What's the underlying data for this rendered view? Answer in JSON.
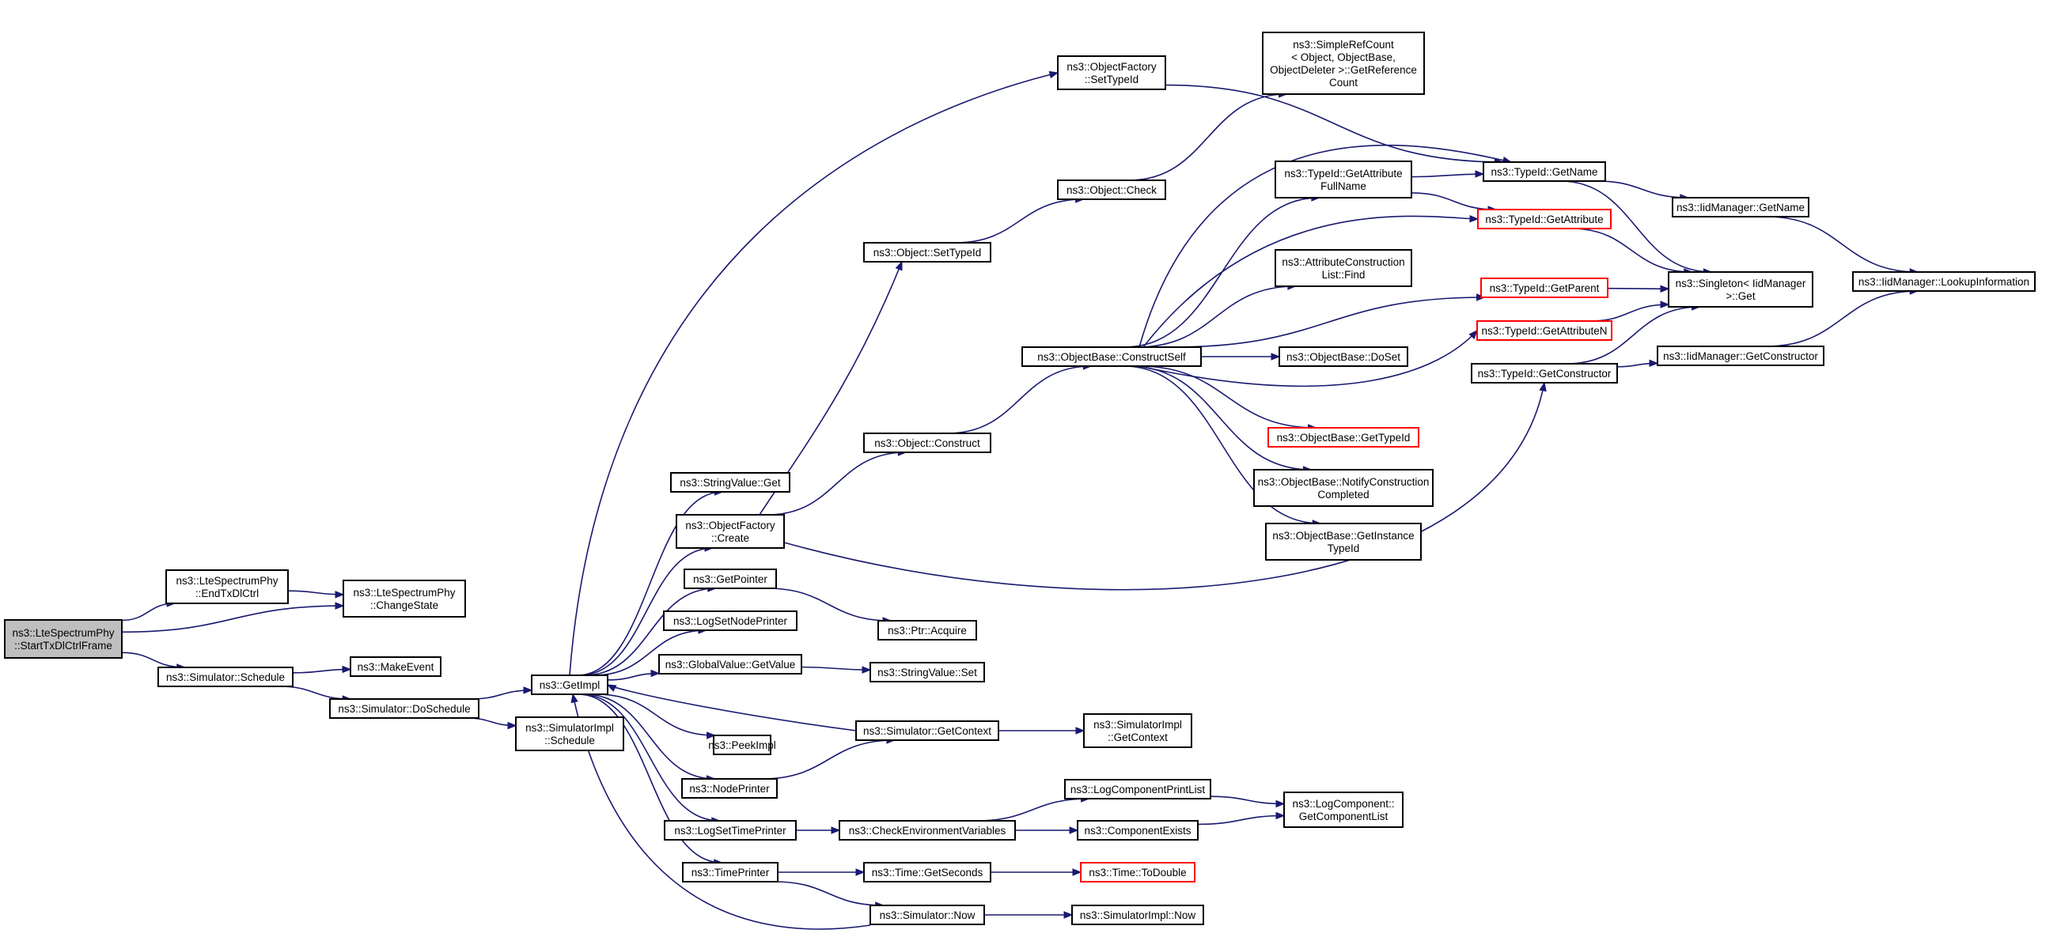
{
  "chart_data": {
    "type": "call-graph",
    "colors": {
      "edge": "#191970",
      "root_fill": "#bfbfbf",
      "node_border": "#000000",
      "external_border": "#ff0000"
    },
    "nodes": [
      {
        "id": "start_tx",
        "lines": [
          "ns3::LteSpectrumPhy",
          "::StartTxDlCtrlFrame"
        ],
        "style": "root"
      },
      {
        "id": "end_tx",
        "lines": [
          "ns3::LteSpectrumPhy",
          "::EndTxDlCtrl"
        ]
      },
      {
        "id": "change_state",
        "lines": [
          "ns3::LteSpectrumPhy",
          "::ChangeState"
        ]
      },
      {
        "id": "sim_schedule",
        "lines": [
          "ns3::Simulator::Schedule"
        ]
      },
      {
        "id": "make_event",
        "lines": [
          "ns3::MakeEvent"
        ]
      },
      {
        "id": "sim_doschedule",
        "lines": [
          "ns3::Simulator::DoSchedule"
        ]
      },
      {
        "id": "getimpl",
        "lines": [
          "ns3::GetImpl"
        ]
      },
      {
        "id": "simimpl_schedule",
        "lines": [
          "ns3::SimulatorImpl",
          "::Schedule"
        ]
      },
      {
        "id": "of_settypeid",
        "lines": [
          "ns3::ObjectFactory",
          "::SetTypeId"
        ]
      },
      {
        "id": "stringvalue_get",
        "lines": [
          "ns3::StringValue::Get"
        ]
      },
      {
        "id": "of_create",
        "lines": [
          "ns3::ObjectFactory",
          "::Create"
        ]
      },
      {
        "id": "getpointer",
        "lines": [
          "ns3::GetPointer"
        ]
      },
      {
        "id": "logsetnodeprinter",
        "lines": [
          "ns3::LogSetNodePrinter"
        ]
      },
      {
        "id": "gv_getvalue",
        "lines": [
          "ns3::GlobalValue::GetValue"
        ]
      },
      {
        "id": "peekimpl",
        "lines": [
          "ns3::PeekImpl"
        ]
      },
      {
        "id": "nodeprinter",
        "lines": [
          "ns3::NodePrinter"
        ]
      },
      {
        "id": "logsettimeprinter",
        "lines": [
          "ns3::LogSetTimePrinter"
        ]
      },
      {
        "id": "timeprinter",
        "lines": [
          "ns3::TimePrinter"
        ]
      },
      {
        "id": "obj_settypeid",
        "lines": [
          "ns3::Object::SetTypeId"
        ]
      },
      {
        "id": "obj_construct",
        "lines": [
          "ns3::Object::Construct"
        ]
      },
      {
        "id": "ptr_acquire",
        "lines": [
          "ns3::Ptr::Acquire"
        ]
      },
      {
        "id": "stringvalue_set",
        "lines": [
          "ns3::StringValue::Set"
        ]
      },
      {
        "id": "sim_getcontext",
        "lines": [
          "ns3::Simulator::GetContext"
        ]
      },
      {
        "id": "checkenv",
        "lines": [
          "ns3::CheckEnvironmentVariables"
        ]
      },
      {
        "id": "time_getseconds",
        "lines": [
          "ns3::Time::GetSeconds"
        ]
      },
      {
        "id": "sim_now",
        "lines": [
          "ns3::Simulator::Now"
        ]
      },
      {
        "id": "obj_check",
        "lines": [
          "ns3::Object::Check"
        ]
      },
      {
        "id": "ob_constructself",
        "lines": [
          "ns3::ObjectBase::ConstructSelf"
        ]
      },
      {
        "id": "simimpl_getcontext",
        "lines": [
          "ns3::SimulatorImpl",
          "::GetContext"
        ]
      },
      {
        "id": "logcompprintlist",
        "lines": [
          "ns3::LogComponentPrintList"
        ]
      },
      {
        "id": "compexists",
        "lines": [
          "ns3::ComponentExists"
        ]
      },
      {
        "id": "time_todouble",
        "lines": [
          "ns3::Time::ToDouble"
        ],
        "style": "ext"
      },
      {
        "id": "simimpl_now",
        "lines": [
          "ns3::SimulatorImpl::Now"
        ]
      },
      {
        "id": "simplerefcount",
        "lines": [
          "ns3::SimpleRefCount",
          "< Object, ObjectBase,",
          "ObjectDeleter >::GetReference",
          "Count"
        ]
      },
      {
        "id": "tid_getattrfullname",
        "lines": [
          "ns3::TypeId::GetAttribute",
          "FullName"
        ]
      },
      {
        "id": "acl_find",
        "lines": [
          "ns3::AttributeConstruction",
          "List::Find"
        ]
      },
      {
        "id": "ob_doset",
        "lines": [
          "ns3::ObjectBase::DoSet"
        ]
      },
      {
        "id": "ob_gettypeid",
        "lines": [
          "ns3::ObjectBase::GetTypeId"
        ],
        "style": "ext"
      },
      {
        "id": "ob_notify",
        "lines": [
          "ns3::ObjectBase::NotifyConstruction",
          "Completed"
        ]
      },
      {
        "id": "ob_getinstance",
        "lines": [
          "ns3::ObjectBase::GetInstance",
          "TypeId"
        ]
      },
      {
        "id": "logcomp_getlist",
        "lines": [
          "ns3::LogComponent::",
          "GetComponentList"
        ]
      },
      {
        "id": "tid_getname",
        "lines": [
          "ns3::TypeId::GetName"
        ]
      },
      {
        "id": "tid_getattribute",
        "lines": [
          "ns3::TypeId::GetAttribute"
        ],
        "style": "ext"
      },
      {
        "id": "tid_getparent",
        "lines": [
          "ns3::TypeId::GetParent"
        ],
        "style": "ext"
      },
      {
        "id": "tid_getattributen",
        "lines": [
          "ns3::TypeId::GetAttributeN"
        ],
        "style": "ext"
      },
      {
        "id": "tid_getconstructor",
        "lines": [
          "ns3::TypeId::GetConstructor"
        ]
      },
      {
        "id": "iidmgr_getname",
        "lines": [
          "ns3::IidManager::GetName"
        ]
      },
      {
        "id": "singleton_get",
        "lines": [
          "ns3::Singleton< IidManager",
          ">::Get"
        ]
      },
      {
        "id": "iidmgr_getconstructor",
        "lines": [
          "ns3::IidManager::GetConstructor"
        ]
      },
      {
        "id": "iidmgr_lookup",
        "lines": [
          "ns3::IidManager::LookupInformation"
        ]
      }
    ],
    "edges": [
      [
        "start_tx",
        "end_tx"
      ],
      [
        "start_tx",
        "change_state"
      ],
      [
        "start_tx",
        "sim_schedule"
      ],
      [
        "end_tx",
        "change_state"
      ],
      [
        "sim_schedule",
        "make_event"
      ],
      [
        "sim_schedule",
        "sim_doschedule"
      ],
      [
        "sim_doschedule",
        "getimpl"
      ],
      [
        "sim_doschedule",
        "simimpl_schedule"
      ],
      [
        "getimpl",
        "of_settypeid"
      ],
      [
        "getimpl",
        "stringvalue_get"
      ],
      [
        "getimpl",
        "of_create"
      ],
      [
        "getimpl",
        "getpointer"
      ],
      [
        "getimpl",
        "logsetnodeprinter"
      ],
      [
        "getimpl",
        "gv_getvalue"
      ],
      [
        "getimpl",
        "peekimpl"
      ],
      [
        "getimpl",
        "nodeprinter"
      ],
      [
        "getimpl",
        "logsettimeprinter"
      ],
      [
        "getimpl",
        "timeprinter"
      ],
      [
        "of_create",
        "obj_settypeid"
      ],
      [
        "of_create",
        "obj_construct"
      ],
      [
        "of_create",
        "tid_getconstructor"
      ],
      [
        "of_settypeid",
        "tid_getname"
      ],
      [
        "getpointer",
        "ptr_acquire"
      ],
      [
        "gv_getvalue",
        "stringvalue_set"
      ],
      [
        "sim_getcontext",
        "getimpl"
      ],
      [
        "sim_getcontext",
        "simimpl_getcontext"
      ],
      [
        "nodeprinter",
        "sim_getcontext"
      ],
      [
        "logsettimeprinter",
        "checkenv"
      ],
      [
        "checkenv",
        "logcompprintlist"
      ],
      [
        "checkenv",
        "compexists"
      ],
      [
        "logcompprintlist",
        "logcomp_getlist"
      ],
      [
        "compexists",
        "logcomp_getlist"
      ],
      [
        "timeprinter",
        "time_getseconds"
      ],
      [
        "timeprinter",
        "sim_now"
      ],
      [
        "time_getseconds",
        "time_todouble"
      ],
      [
        "sim_now",
        "getimpl"
      ],
      [
        "sim_now",
        "simimpl_now"
      ],
      [
        "obj_settypeid",
        "obj_check"
      ],
      [
        "obj_check",
        "simplerefcount"
      ],
      [
        "obj_construct",
        "ob_constructself"
      ],
      [
        "ob_constructself",
        "tid_getname"
      ],
      [
        "ob_constructself",
        "tid_getattrfullname"
      ],
      [
        "ob_constructself",
        "tid_getattribute"
      ],
      [
        "ob_constructself",
        "acl_find"
      ],
      [
        "ob_constructself",
        "tid_getparent"
      ],
      [
        "ob_constructself",
        "ob_doset"
      ],
      [
        "ob_constructself",
        "tid_getattributen"
      ],
      [
        "ob_constructself",
        "ob_gettypeid"
      ],
      [
        "ob_constructself",
        "ob_notify"
      ],
      [
        "ob_constructself",
        "ob_getinstance"
      ],
      [
        "tid_getattrfullname",
        "tid_getname"
      ],
      [
        "tid_getattrfullname",
        "tid_getattribute"
      ],
      [
        "tid_getname",
        "iidmgr_getname"
      ],
      [
        "tid_getname",
        "singleton_get"
      ],
      [
        "tid_getattribute",
        "singleton_get"
      ],
      [
        "tid_getparent",
        "singleton_get"
      ],
      [
        "tid_getattributen",
        "singleton_get"
      ],
      [
        "tid_getconstructor",
        "singleton_get"
      ],
      [
        "tid_getconstructor",
        "iidmgr_getconstructor"
      ],
      [
        "iidmgr_getname",
        "iidmgr_lookup"
      ],
      [
        "iidmgr_getconstructor",
        "iidmgr_lookup"
      ]
    ]
  }
}
